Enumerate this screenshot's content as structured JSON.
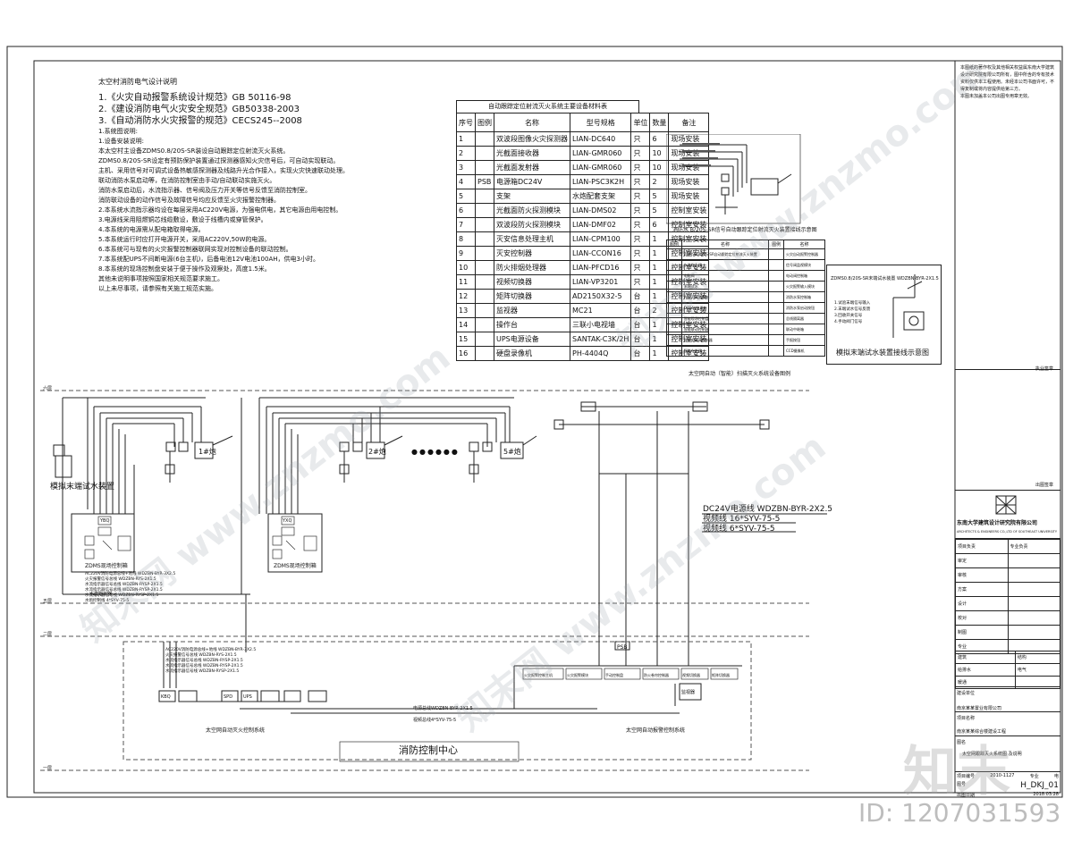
{
  "notes": {
    "title": "太空村消防电气设计说明",
    "lines": [
      "1.《火灾自动报警系统设计规范》GB 50116-98",
      "2.《建设消防电气火灾安全规范》GB50338-2003",
      "3.《自动消防水火灾报警的规范》CECS245--2008",
      "1.系统图说明:",
      "1.设备安装说明:",
      "本太空村主设备ZDMS0.8/20S-SR装设自动跟踪定位射流灭火系统。",
      "ZDMS0.8/20S-SR设定有预防保护装置通过探测器感知火灾信号后，可自动实现联动。",
      "主机、采用信号对可调式设备热敏感探测器及线路升光合作接入，实现火灾快速联动处理。",
      "联动消防水泵启动等，在消防控制室由手动/自动联动实施灭火。",
      "消防水泵启动后，水流指示器、信号阀及压力开关等信号反馈至消防控制室。",
      "消防联动设备的动作信号及故障信号均应反馈至火灾报警控制器。",
      "2.本系统水流指示器均设在每层采用AC220V电源，为强电供电，其它电源由用电控制。",
      "3.电源线采用阻燃铜芯线缆敷设，敷设于线槽内或穿管保护。",
      "4.本系统的电源需从配电箱取得电源。",
      "5.本系统运行时应打开电源开关，采用AC220V,50W的电源。",
      "6.本系统可与现有的火灾报警控制器联网实现对控制设备的联动控制。",
      "7.本系统配UPS不间断电源(6台主机)，后备电池12V电池100AH，供电3小时。",
      "8.本系统的现场控制盘安装于便于操作及观察处，高度1.5米。",
      "其他未说明事项按照国家相关规范要求施工。",
      "以上未尽事项，请参照有关施工规范实施。"
    ]
  },
  "equipment_table": {
    "title": "自动跟踪定位射流灭火系统主要设备材料表",
    "headers": [
      "序号",
      "图例",
      "名称",
      "型号规格",
      "单位",
      "数量",
      "备注"
    ],
    "rows": [
      [
        "1",
        "",
        "双波段图像火灾探测器",
        "LIAN-DC640",
        "只",
        "6",
        "现场安装"
      ],
      [
        "2",
        "",
        "光截面接收器",
        "LIAN-GMR060",
        "只",
        "10",
        "现场安装"
      ],
      [
        "3",
        "",
        "光截面发射器",
        "LIAN-GMR060",
        "只",
        "10",
        "现场安装"
      ],
      [
        "4",
        "PSB",
        "电源箱DC24V",
        "LIAN-PSC3K2H",
        "只",
        "2",
        "现场安装"
      ],
      [
        "5",
        "",
        "支架",
        "水炮配套支架",
        "只",
        "5",
        "现场安装"
      ],
      [
        "6",
        "",
        "光截面防火探测模块",
        "LIAN-DMS02",
        "只",
        "5",
        "控制室安装"
      ],
      [
        "7",
        "",
        "双波段防火探测模块",
        "LIAN-DMF02",
        "只",
        "6",
        "控制室安装"
      ],
      [
        "8",
        "",
        "灭安信息处理主机",
        "LIAN-CPM100",
        "只",
        "1",
        "控制室安装"
      ],
      [
        "9",
        "",
        "灭安控制器",
        "LIAN-CCON16",
        "只",
        "1",
        "控制室安装"
      ],
      [
        "10",
        "",
        "防火排烟处理器",
        "LIAN-PFCD16",
        "只",
        "1",
        "控制室安装"
      ],
      [
        "11",
        "",
        "视频切换器",
        "LIAN-VP3201",
        "只",
        "1",
        "控制室安装"
      ],
      [
        "12",
        "",
        "矩阵切换器",
        "AD2150X32-5",
        "台",
        "1",
        "控制室安装"
      ],
      [
        "13",
        "",
        "监视器",
        "MC21",
        "台",
        "2",
        "控制室安装"
      ],
      [
        "14",
        "",
        "操作台",
        "三联小电视墙",
        "台",
        "1",
        "控制室安装"
      ],
      [
        "15",
        "",
        "UPS电源设备",
        "SANTAK-C3K/2H",
        "台",
        "1",
        "控制室安装"
      ],
      [
        "16",
        "",
        "硬盘录像机",
        "PH-4404Q",
        "台",
        "1",
        "控制室安装"
      ]
    ]
  },
  "top_diagram": {
    "caption": "消防水 B/20S-SR信号自动跟踪定位射流灭火装置接线示意图"
  },
  "legend": {
    "headers": [
      "图例",
      "名称",
      "图例",
      "名称"
    ],
    "rows": [
      [
        "",
        "ZDMS0.8/20S-SR自动跟踪定位射流灭火装置",
        "",
        "火灾自动报警控制器"
      ],
      [
        "",
        "水流指示器",
        "",
        "信号阀监视模块"
      ],
      [
        "",
        "电磁阀",
        "",
        "电动阀控制箱"
      ],
      [
        "",
        "末端试水",
        "",
        "火灾报警输入模块"
      ],
      [
        "",
        "AC220V电源箱",
        "",
        "消防水泵控制箱"
      ],
      [
        "",
        "DC24V电源箱",
        "",
        "消防水泵启动按钮"
      ],
      [
        "",
        "智能现场控制盘",
        "",
        "总线隔离器"
      ],
      [
        "",
        "智能联动控制器",
        "",
        "联动中继箱"
      ],
      [
        "",
        "智能电磁阀控制器",
        "",
        "手报按钮"
      ],
      [
        "",
        "智能中继器",
        "",
        "CCD摄像机"
      ]
    ],
    "caption": "太空网自动（智能）扫描灭火系统设备图例"
  },
  "endwater": {
    "title": "ZDMS0.8/20S-SR末端试水装置 WDZBN-BYR-2X1.5",
    "lines": [
      "1.试验末端信号输入",
      "2.末端试水信号反馈",
      "3.回收开关信号",
      "4.手动阀门信号"
    ],
    "caption": "模拟末端试水装置接线示意图"
  },
  "main_system": {
    "left_device_label": "模拟末端试水装置",
    "cannon_labels": [
      "1#炮",
      "2#炮",
      "5#炮"
    ],
    "ellipsis": "●●●●●●",
    "panel_label": "ZDMS现场控制箱",
    "modules": [
      "YBQ",
      "YXQ"
    ],
    "bus_label": "水流指示器",
    "cable_legend": {
      "title": "DC24V电源线 WDZBN-BYR-2X2.5",
      "video": "视频线  16*SYV-75-5",
      "ctrl": "视频线  6*SYV-75-5"
    },
    "psb": "PSB",
    "cable_notes": [
      "AC220V消防电源总线+地线  WDZBN-BYR-3X2.5",
      "火灾报警信号总线  WDZBN-RYS-2X1.5",
      "水流指示器信号总线  WDZBN-RYSP-2X1.5",
      "水流指示器信号总线  WDZBN-RYSP-2X1.5",
      "水流指示器信号线  WDZBN-RYSP-2X1.5",
      "水炮控制线  4*SYV-75-5"
    ],
    "control_room": {
      "devices": [
        "KBQ",
        "SPD",
        "UPS"
      ],
      "caption_left": "太空网自动灭火控制系统",
      "caption_right": "太空网自动报警控制系统",
      "center": "消防控制中心",
      "chain": [
        "火灾报警控制主机",
        "火灾报警模块",
        "手动控制盘",
        "防火卷帘控制器",
        "视频切换器",
        "矩阵切换器"
      ],
      "monitor": "监视器",
      "bottom_bus1": "电源总线WDZBN-BYR-2X1.5",
      "bottom_bus2": "视频总线4*SYV-75-5"
    },
    "level_labels": [
      "六层",
      "五层",
      "二层",
      "一层"
    ]
  },
  "title_block": {
    "notes": [
      "本图纸的著作权及其他相关权益属东南大学建筑设计研究院有限公司所有，图中所含的专有技术资料仅供本工程使用。未经本公司书面许可，不得复制或将内容提供给第三方。",
      "本图未加盖本公司出图专用章无效。"
    ],
    "stamp_label": "执业签章",
    "seal_label": "出图签章",
    "firm": "东南大学建筑设计研究院有限公司",
    "firm_en": "ARCHITECTS & ENGINEERS CO.,LTD OF SOUTHEAST UNIVERSITY",
    "rows": [
      [
        "项目负责",
        "专业负责"
      ],
      [
        "审定",
        ""
      ],
      [
        "审核",
        ""
      ],
      [
        "方案",
        ""
      ],
      [
        "设计",
        ""
      ],
      [
        "校对",
        ""
      ],
      [
        "制图",
        ""
      ],
      [
        "专业",
        ""
      ]
    ],
    "disciplines": [
      [
        "建筑",
        "结构"
      ],
      [
        "给排水",
        "电气"
      ],
      [
        "暖通",
        ""
      ]
    ],
    "client_label": "建设单位",
    "client": "南京某某置业有限公司",
    "project_label": "项目名称",
    "project": "南京某某综合楼建设工程",
    "drawing_label": "图名",
    "drawing": "太空网跟踪灭火系统图 及说明",
    "proj_no_label": "项目编号",
    "proj_no": "2010-1127",
    "major_label": "专业",
    "major": "电",
    "sheet_no_label": "图号",
    "sheet_no": "H_DKJ_01",
    "date_label": "出图日期",
    "date": "2018.03.28"
  },
  "watermarks": [
    "知末网 www.znzmo.com",
    "知末网 www.znzmo.com",
    "知末网 www.znzmo.com",
    "知末"
  ],
  "footer_id": "ID: 1207031593"
}
